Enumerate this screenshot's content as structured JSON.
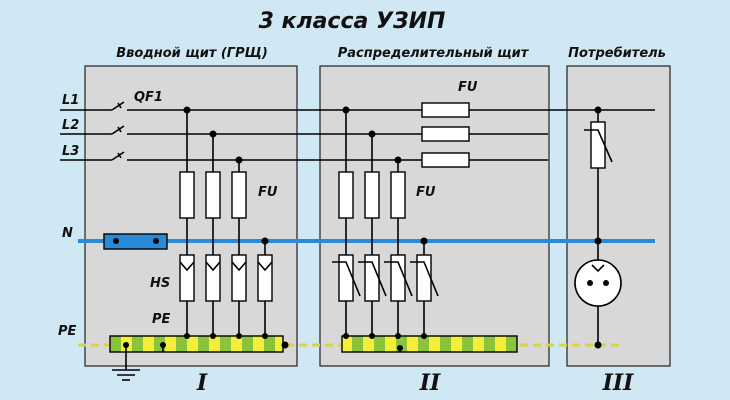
{
  "title": "3 класса УЗИП",
  "sections": {
    "input_panel": "Вводной щит (ГРЩ)",
    "distribution_panel": "Распределительный щит",
    "consumer": "Потребитель"
  },
  "lines": {
    "l1": "L1",
    "l2": "L2",
    "l3": "L3",
    "n": "N",
    "pe": "PE"
  },
  "labels": {
    "breaker": "QF1",
    "fuse_panel1": "FU",
    "fuse_panel2": "FU",
    "fuse_top": "FU",
    "hs": "HS",
    "pe_bus": "PE"
  },
  "classes": {
    "one": "I",
    "two": "II",
    "three": "III"
  },
  "colors": {
    "background": "#cfe8f4",
    "neutral": "#2a8ad6",
    "pe_yellow": "#f2ee3a",
    "pe_green": "#8bc43c",
    "panel": "#d8d8d8"
  }
}
